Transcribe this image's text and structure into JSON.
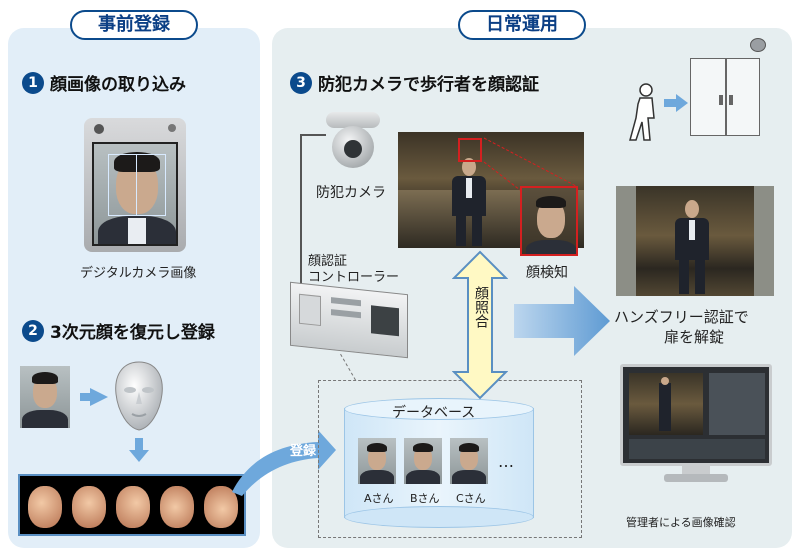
{
  "header": {
    "left_title": "事前登録",
    "right_title": "日常運用"
  },
  "steps": [
    {
      "num": "1",
      "label": "顔画像の取り込み"
    },
    {
      "num": "2",
      "label": "3次元顔を復元し登録"
    },
    {
      "num": "3",
      "label": "防犯カメラで歩行者を顔認証"
    }
  ],
  "labels": {
    "digital_camera": "デジタルカメラ画像",
    "security_camera": "防犯カメラ",
    "controller_line1": "顔認証",
    "controller_line2": "コントローラー",
    "face_detect": "顔検知",
    "face_match": "顔照合",
    "database": "データベース",
    "register": "登録",
    "ellipsis": "…",
    "handsfree_line1": "ハンズフリー認証で",
    "handsfree_line2": "扉を解錠",
    "admin_check": "管理者による画像確認"
  },
  "db_persons": [
    "Aさん",
    "Bさん",
    "Cさん"
  ],
  "colors": {
    "accent": "#0b4a8c",
    "arrow": "#6ea8dc",
    "left_bg": "#e2eef8",
    "right_bg": "#e6eef0",
    "detect_box": "#d42020"
  }
}
